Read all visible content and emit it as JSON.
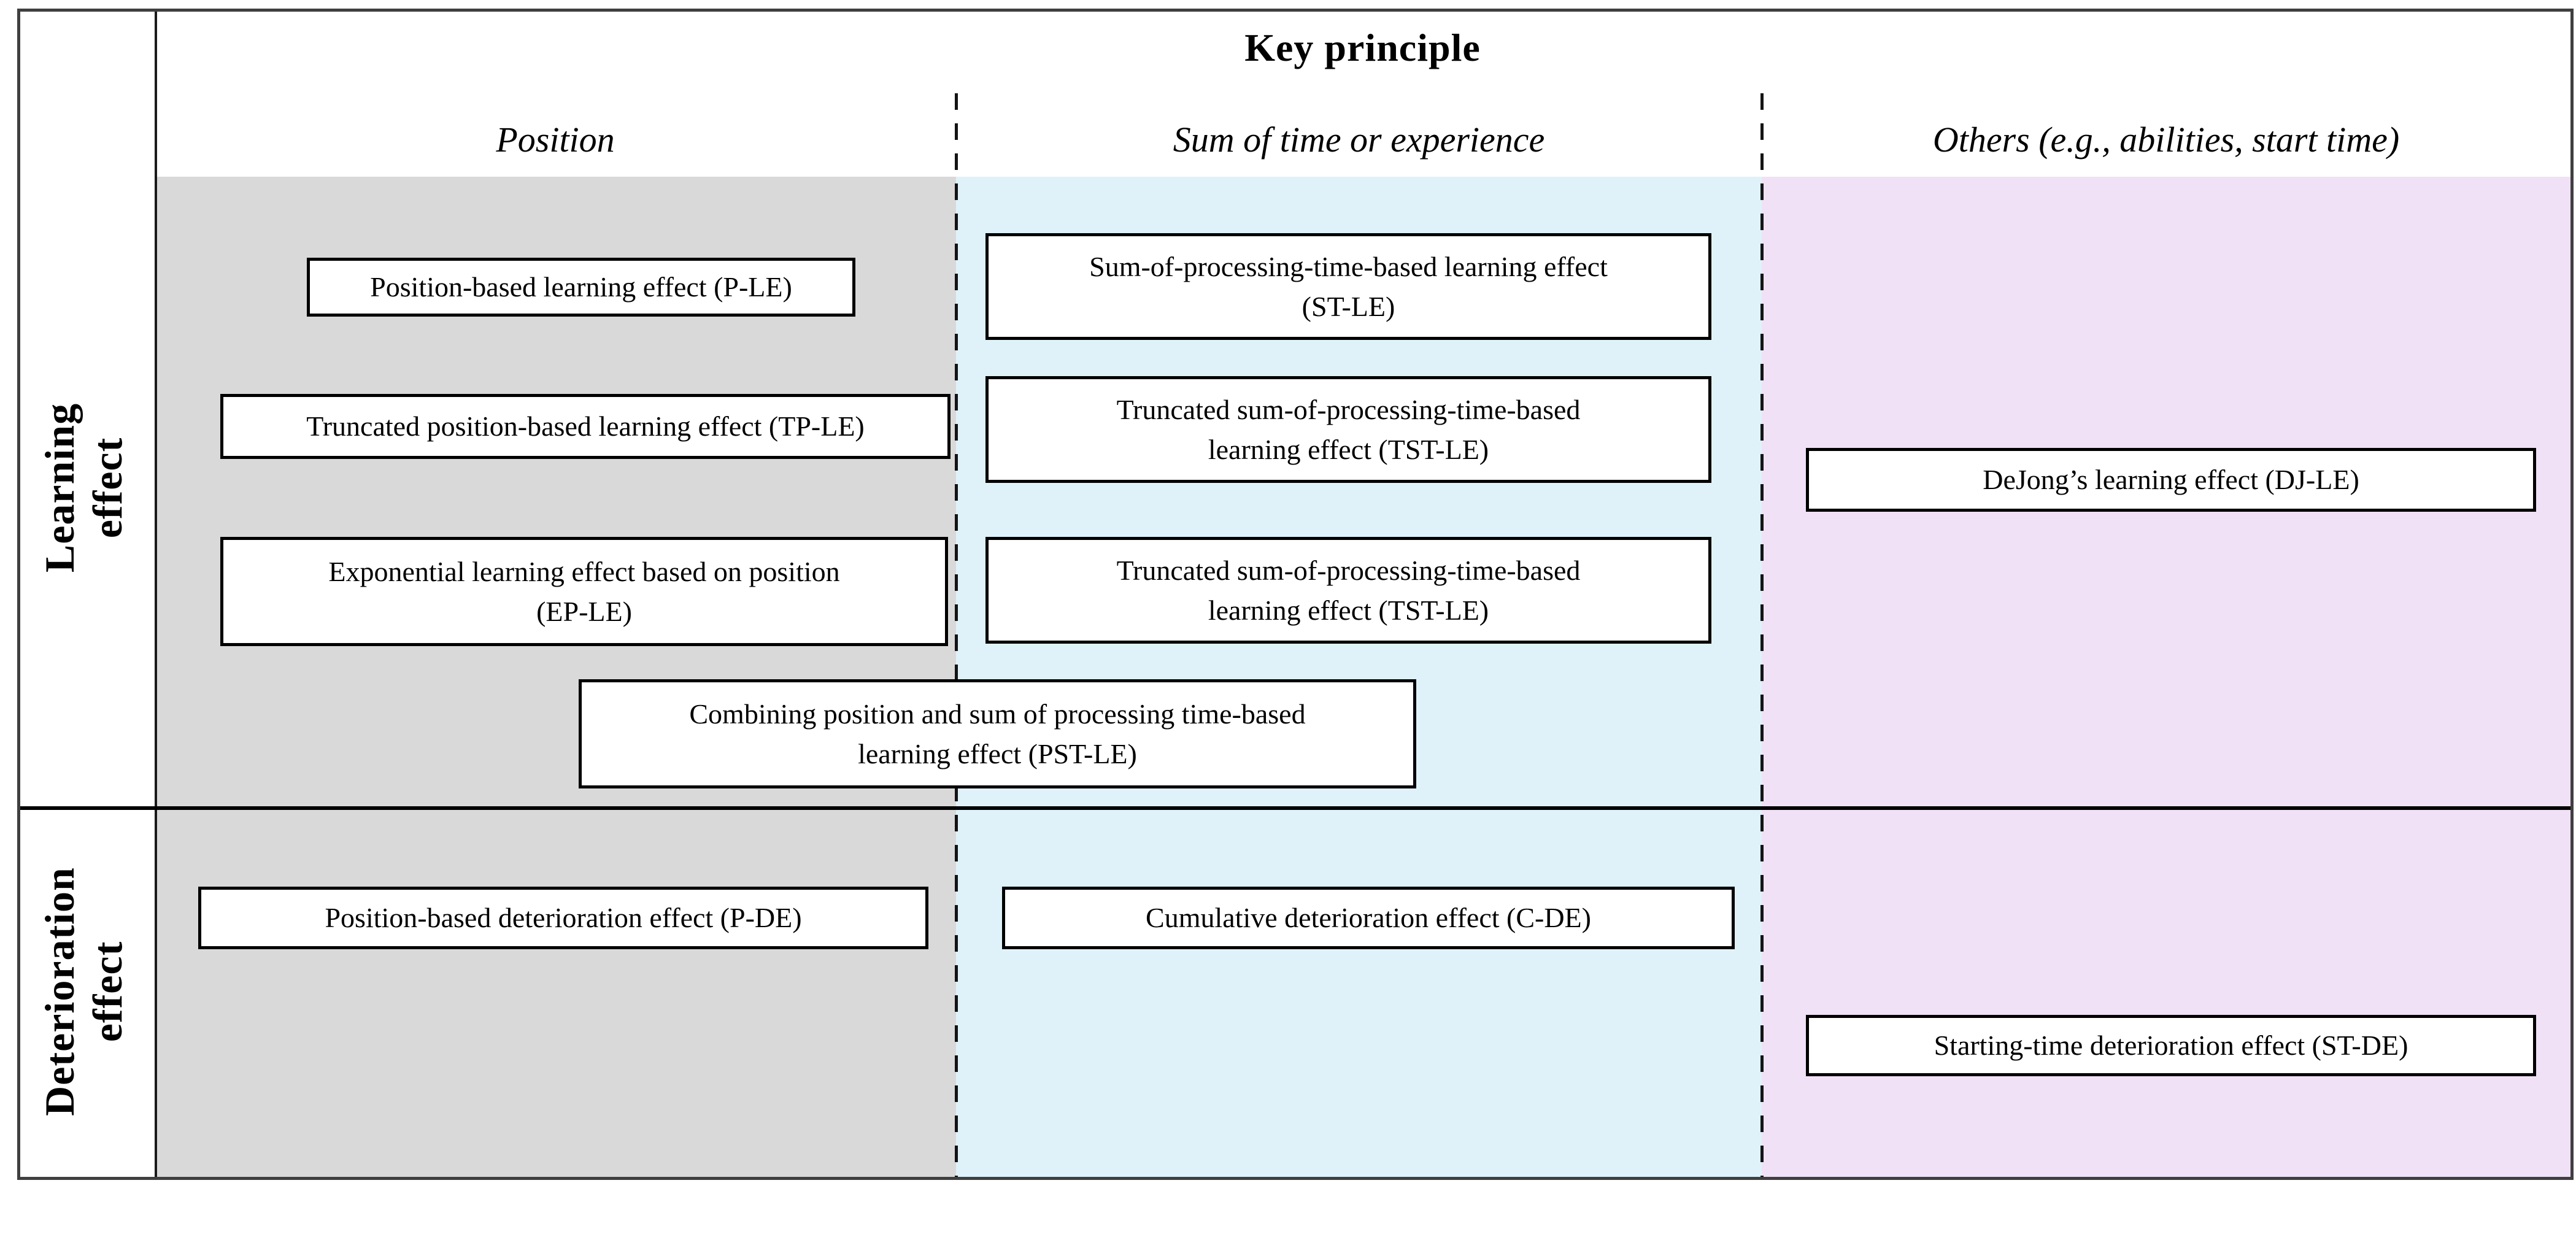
{
  "figure": {
    "title": "Key principle",
    "columns": [
      {
        "id": "position",
        "label": "Position",
        "bg": "#d9d9d9"
      },
      {
        "id": "sum",
        "label": "Sum of time or experience",
        "bg": "#dff2fa"
      },
      {
        "id": "others",
        "label": "Others (e.g., abilities, start time)",
        "bg": "#f1e1f7"
      }
    ],
    "row_groups": [
      {
        "id": "learning",
        "label": "Learning\neffect"
      },
      {
        "id": "deterioration",
        "label": "Deterioration\neffect"
      }
    ],
    "boxes": {
      "p_le": "Position-based learning effect (P-LE)",
      "st_le": "Sum-of-processing-time-based learning effect\n(ST-LE)",
      "tp_le": "Truncated position-based learning effect (TP-LE)",
      "tst_le_1": "Truncated sum-of-processing-time-based\nlearning effect (TST-LE)",
      "dj_le": "DeJong’s learning effect (DJ-LE)",
      "ep_le": "Exponential learning effect based on position\n(EP-LE)",
      "tst_le_2": "Truncated sum-of-processing-time-based\nlearning effect (TST-LE)",
      "pst_le": "Combining position and sum of processing time-based\nlearning effect (PST-LE)",
      "p_de": "Position-based deterioration effect (P-DE)",
      "c_de": "Cumulative deterioration effect (C-DE)",
      "st_de": "Starting-time deterioration effect (ST-DE)"
    },
    "line_colors": {
      "outer_border": "#3f3f3f",
      "inner_lines": "#000000"
    }
  }
}
